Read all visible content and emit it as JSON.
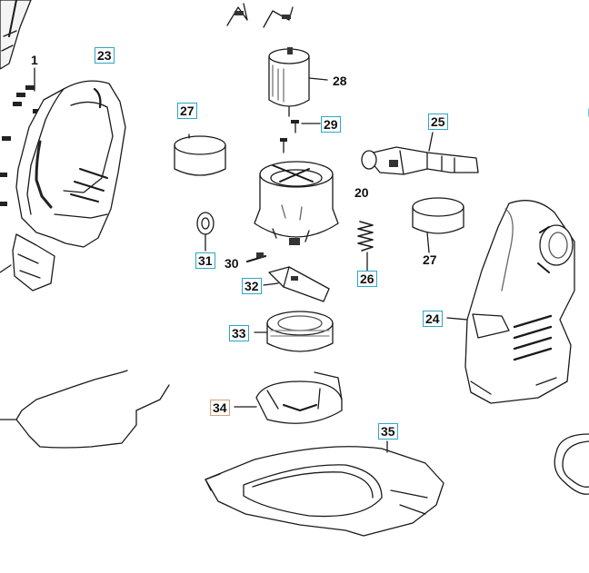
{
  "colors": {
    "label_box_border": "#2aa7c9",
    "highlight_box_border": "#d9a07e",
    "line_art": "#1a1a1a"
  },
  "labels": {
    "p1": "1",
    "p20": "20",
    "p23": "23",
    "p24": "24",
    "p25": "25",
    "p26": "26",
    "p27a": "27",
    "p27b": "27",
    "p28": "28",
    "p29": "29",
    "p30": "30",
    "p31": "31",
    "p32": "32",
    "p33": "33",
    "p34": "34",
    "p35": "35"
  }
}
